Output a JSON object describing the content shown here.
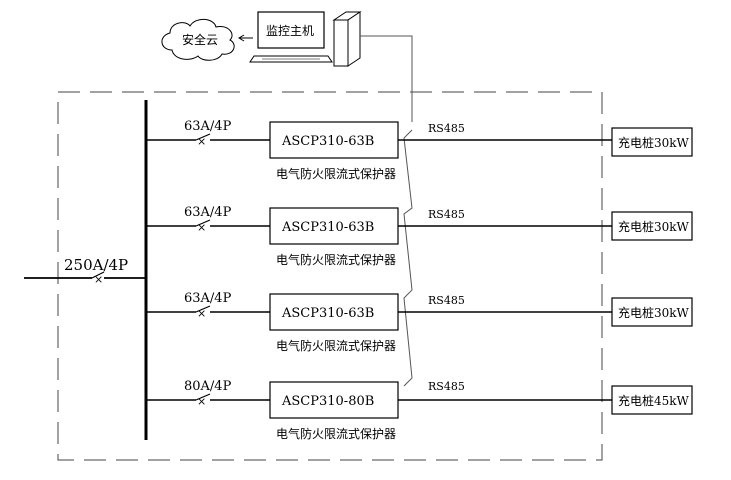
{
  "cloud_label": "安全云",
  "monitor_label": "监控主机",
  "main_breaker": "250A/4P",
  "branches": [
    {
      "breaker": "63A/4P",
      "device": "ASCP310-63B",
      "caption": "电气防火限流式保护器",
      "comm": "RS485",
      "load": "充电桩30kW"
    },
    {
      "breaker": "63A/4P",
      "device": "ASCP310-63B",
      "caption": "电气防火限流式保护器",
      "comm": "RS485",
      "load": "充电桩30kW"
    },
    {
      "breaker": "63A/4P",
      "device": "ASCP310-63B",
      "caption": "电气防火限流式保护器",
      "comm": "RS485",
      "load": "充电桩30kW"
    },
    {
      "breaker": "80A/4P",
      "device": "ASCP310-80B",
      "caption": "电气防火限流式保护器",
      "comm": "RS485",
      "load": "充电桩45kW"
    }
  ],
  "colors": {
    "line": "#000000",
    "comm_line": "#555555",
    "dash": "#444444"
  }
}
